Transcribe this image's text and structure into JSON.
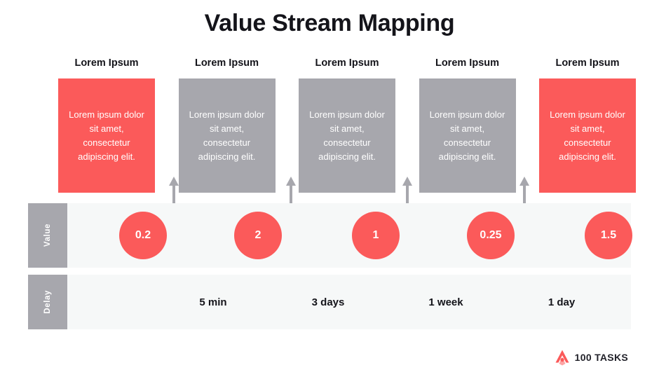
{
  "title": "Value Stream Mapping",
  "colors": {
    "red": "#fb5a5a",
    "gray": "#a7a7ad",
    "band_bg": "#f6f8f8",
    "text_dark": "#14141a"
  },
  "columns": [
    {
      "header": "Lorem Ipsum",
      "body": "Lorem ipsum dolor sit amet, consectetur adipiscing elit.",
      "color": "red"
    },
    {
      "header": "Lorem Ipsum",
      "body": "Lorem ipsum dolor sit amet, consectetur adipiscing elit.",
      "color": "gray"
    },
    {
      "header": "Lorem Ipsum",
      "body": "Lorem ipsum dolor sit amet, consectetur adipiscing elit.",
      "color": "gray"
    },
    {
      "header": "Lorem Ipsum",
      "body": "Lorem ipsum dolor sit amet, consectetur adipiscing elit.",
      "color": "gray"
    },
    {
      "header": "Lorem Ipsum",
      "body": "Lorem ipsum dolor sit amet, consectetur adipiscing elit.",
      "color": "red"
    }
  ],
  "value_band": {
    "label": "Value",
    "values": [
      "0.2",
      "2",
      "1",
      "0.25",
      "1.5"
    ]
  },
  "delay_band": {
    "label": "Delay",
    "values": [
      "5 min",
      "3 days",
      "1 week",
      "1 day"
    ]
  },
  "arrows": {
    "count": 4,
    "direction": "up",
    "icon": "arrow-up-icon"
  },
  "footer": {
    "logo_icon": "100-tasks-logo-icon",
    "logo_text": "100 TASKS"
  }
}
